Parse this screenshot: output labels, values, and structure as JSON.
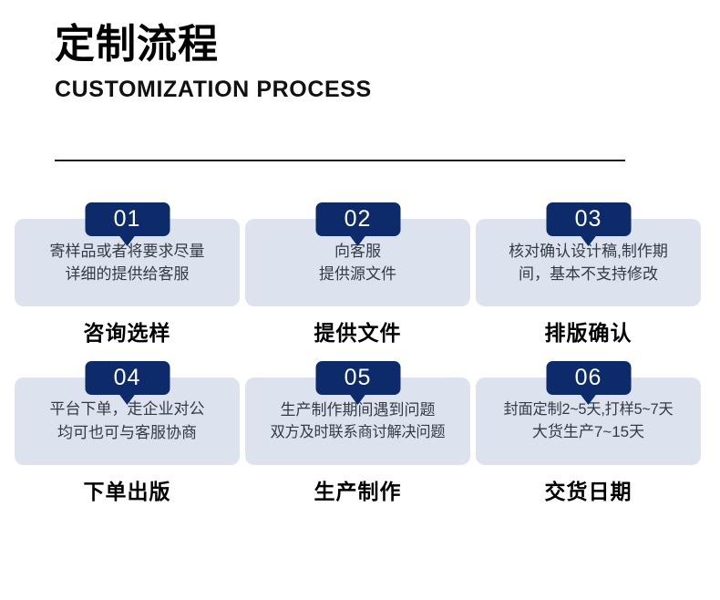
{
  "header": {
    "title_cn": "定制流程",
    "title_en": "CUSTOMIZATION PROCESS"
  },
  "colors": {
    "badge_navy": "#0d2a6b",
    "card_body": "#dce2ee",
    "body_text": "#343b45",
    "title_text": "#000000",
    "background": "#ffffff",
    "divider": "#1a1a1a"
  },
  "steps": [
    {
      "number": "01",
      "desc_line1": "寄样品或者将要求尽量",
      "desc_line2": "详细的提供给客服",
      "title": "咨询选样"
    },
    {
      "number": "02",
      "desc_line1": "向客服",
      "desc_line2": "提供源文件",
      "title": "提供文件"
    },
    {
      "number": "03",
      "desc_line1": "核对确认设计稿,制作期",
      "desc_line2": "间，基本不支持修改",
      "title": "排版确认"
    },
    {
      "number": "04",
      "desc_line1": "平台下单，走企业对公",
      "desc_line2": "均可也可与客服协商",
      "title": "下单出版"
    },
    {
      "number": "05",
      "desc_line1": "生产制作期间遇到问题",
      "desc_line2": "双方及时联系商讨解决问题",
      "title": "生产制作"
    },
    {
      "number": "06",
      "desc_line1": "封面定制2~5天,打样5~7天",
      "desc_line2": "大货生产7~15天",
      "title": "交货日期"
    }
  ]
}
